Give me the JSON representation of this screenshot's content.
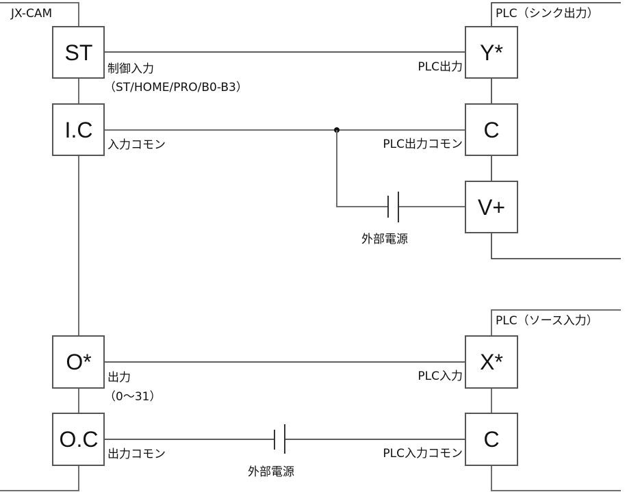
{
  "title": "JX-CAM PLC wiring diagram",
  "devices": {
    "jxcam": {
      "name": "JX-CAM"
    },
    "plc_sink": {
      "name": "PLC（シンク出力）"
    },
    "plc_source": {
      "name": "PLC（ソース入力）"
    }
  },
  "terminals": {
    "st": "ST",
    "ic": "I.C",
    "o_star": "O*",
    "oc": "O.C",
    "y_star": "Y*",
    "c_out": "C",
    "v_plus": "V+",
    "x_star": "X*",
    "c_in": "C"
  },
  "labels": {
    "control_input": "制御入力",
    "control_input_detail": "（ST/HOME/PRO/B0-B3）",
    "input_common": "入力コモン",
    "output": "出力",
    "output_range": "（0～31）",
    "output_common": "出力コモン",
    "plc_output": "PLC出力",
    "plc_output_common": "PLC出力コモン",
    "plc_input": "PLC入力",
    "plc_input_common": "PLC入力コモン",
    "ext_power_top": "外部電源",
    "ext_power_bottom": "外部電源"
  }
}
